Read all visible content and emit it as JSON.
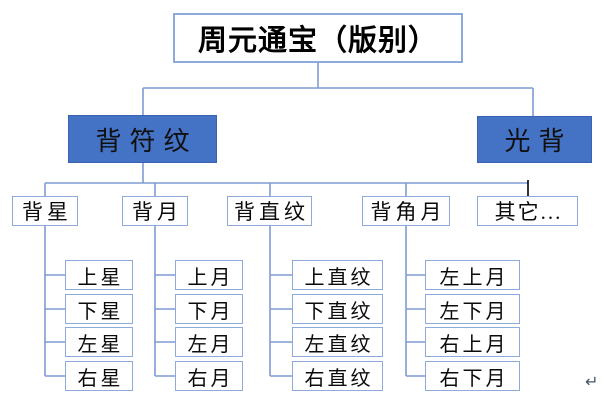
{
  "title": "周元通宝（版别）",
  "level2": [
    {
      "label": "背符纹"
    },
    {
      "label": "光背"
    }
  ],
  "branches": [
    {
      "label": "背星",
      "children": [
        "上星",
        "下星",
        "左星",
        "右星"
      ]
    },
    {
      "label": "背月",
      "children": [
        "上月",
        "下月",
        "左月",
        "右月"
      ]
    },
    {
      "label": "背直纹",
      "children": [
        "上直纹",
        "下直纹",
        "左直纹",
        "右直纹"
      ]
    },
    {
      "label": "背角月",
      "children": [
        "左上月",
        "左下月",
        "右上月",
        "右下月"
      ]
    },
    {
      "label": "其它...",
      "children": []
    }
  ],
  "return_mark": "↵",
  "colors": {
    "node_fill_blue": "#4472c4",
    "node_border_light": "#8eaadb",
    "connector_blue": "#7e9bd3",
    "connector_black": "#000000",
    "text": "#000000",
    "background": "#ffffff"
  }
}
